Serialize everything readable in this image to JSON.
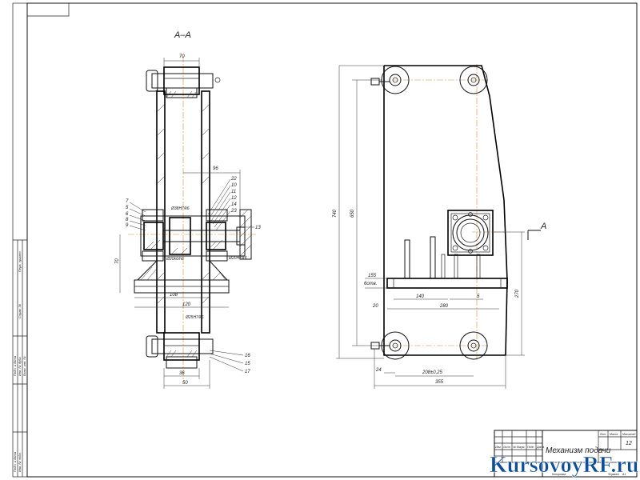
{
  "section_title": "A–A",
  "view_marker": "A",
  "left_view": {
    "dim_top_width": "70",
    "dim_right": "96",
    "dim_bottom_width_a": "36",
    "dim_bottom_width_b": "50",
    "dim_height_left": "70",
    "dim_base_a": "108",
    "dim_base_b": "120",
    "fit_upper": "Ø38H7/k6",
    "fit_center": "Ø20k6/h6",
    "fit_right": "Ø20H7/k6",
    "fit_lower": "Ø25H7/k6",
    "part_numbers_left": [
      "7",
      "5",
      "6",
      "8",
      "9"
    ],
    "part_numbers_right": [
      "22",
      "10",
      "11",
      "12",
      "14",
      "23",
      "13"
    ],
    "part_numbers_bottom": [
      "16",
      "15",
      "17"
    ]
  },
  "right_view": {
    "dim_total_height": "740",
    "dim_inner_height": "650",
    "dim_155": "155",
    "dim_holes": "6отв.",
    "dim_140": "140",
    "dim_280": "280",
    "dim_20": "20",
    "dim_5": "5",
    "dim_270": "270",
    "dim_24": "24",
    "dim_208": "208±0,25",
    "dim_355": "355"
  },
  "title_block": {
    "drawing_title": "Механизм подачи",
    "sheet_number": "12",
    "row_labels": [
      "Изм.",
      "Лист",
      "№ докум.",
      "Подп.",
      "Дата"
    ],
    "head_labels": [
      "Лит.",
      "Масса",
      "Масштаб"
    ],
    "bottom_labels": [
      "Копировал",
      "Формат",
      "А1"
    ]
  },
  "left_stamps": [
    "Перв. примен.",
    "Справ. №",
    "Подп. и дата",
    "Инв. № дубл.",
    "Взам. инв. №",
    "Подп. и дата",
    "Инв. № подл."
  ],
  "watermark": "KursovoyRF.ru"
}
